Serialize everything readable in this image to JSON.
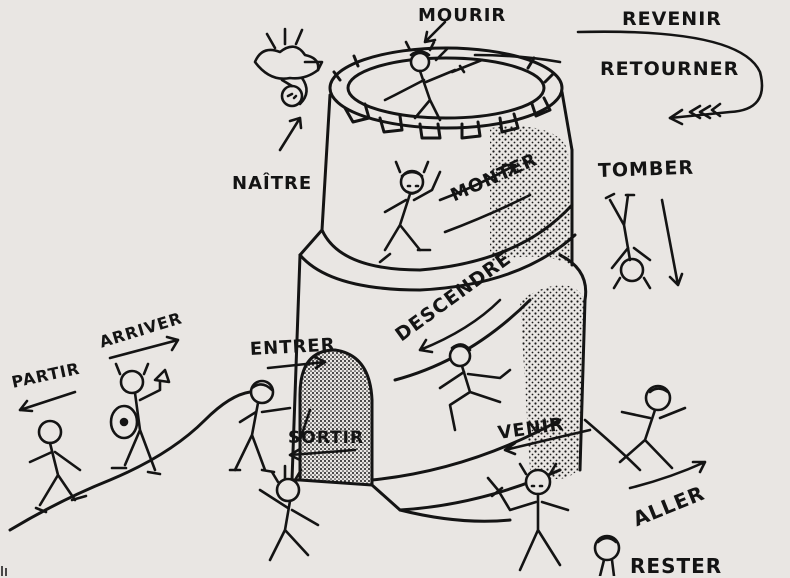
{
  "labels": {
    "mourir": "MOURIR",
    "naitre": "NAÎTRE",
    "monter": "MONTER",
    "descendre": "DESCENDRE",
    "entrer": "ENTRER",
    "sortir": "SORTIR",
    "partir": "PARTIR",
    "arriver": "ARRIVER",
    "venir": "VENIR",
    "aller": "ALLER",
    "rester": "RESTER",
    "tomber": "TOMBER",
    "revenir": "REVENIR",
    "retourner": "RETOURNER"
  },
  "colors": {
    "paper": "#e9e6e3",
    "ink": "#141414",
    "stipple": "#1a1a1a"
  }
}
